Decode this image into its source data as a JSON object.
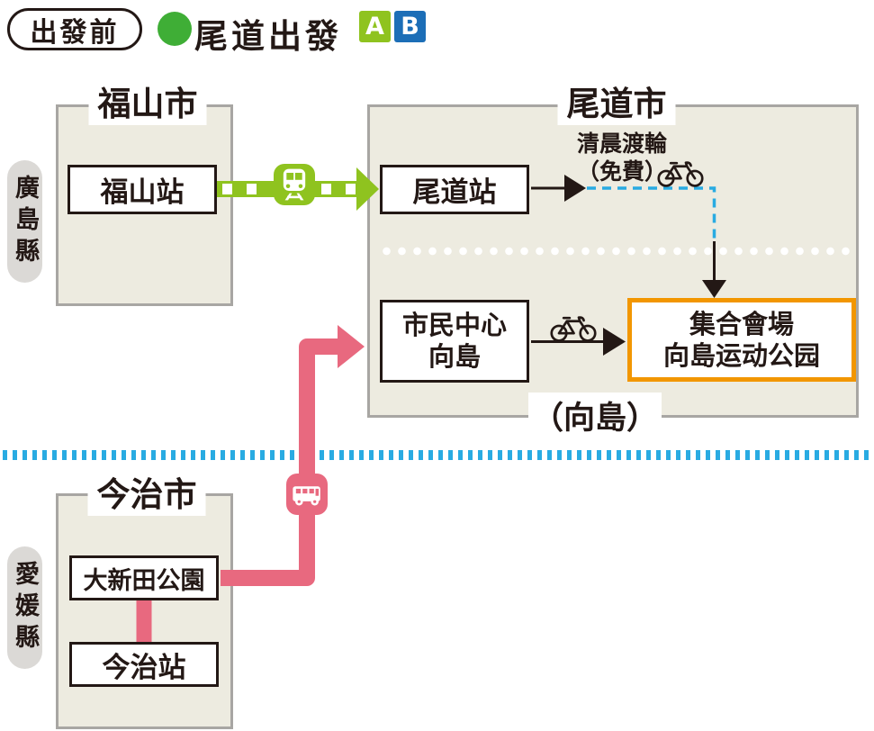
{
  "colors": {
    "ink": "#231815",
    "green": "#8fc31f",
    "dot_green": "#3fae36",
    "blue": "#1c6eb7",
    "cyan": "#29abe2",
    "pink": "#e8697f",
    "orange": "#f29600",
    "beige": "#edebe0",
    "frame_gray": "#a8a6a3",
    "pill_gray": "#dbd9d6"
  },
  "header": {
    "stage_badge": "出發前",
    "legend_label": "尾道出發",
    "marker_a": "A",
    "marker_b": "B"
  },
  "prefectures": {
    "hiroshima": "廣島縣",
    "ehime": "愛媛縣"
  },
  "fukuyama": {
    "city": "福山市",
    "station": "福山站"
  },
  "onomichi": {
    "city": "尾道市",
    "station": "尾道站",
    "ferry_line1": "清晨渡輪",
    "ferry_line2": "（免費）",
    "civic_line1": "市民中心",
    "civic_line2": "向島",
    "venue_line1": "集合會場",
    "venue_line2": "向島运动公园",
    "island_note": "（向島）"
  },
  "imabari": {
    "city": "今治市",
    "park": "大新田公園",
    "station": "今治站"
  },
  "icons": {
    "train": "train-icon",
    "bus": "bus-icon",
    "bicycle": "bicycle-icon",
    "legend_dot": "green-dot-icon"
  }
}
